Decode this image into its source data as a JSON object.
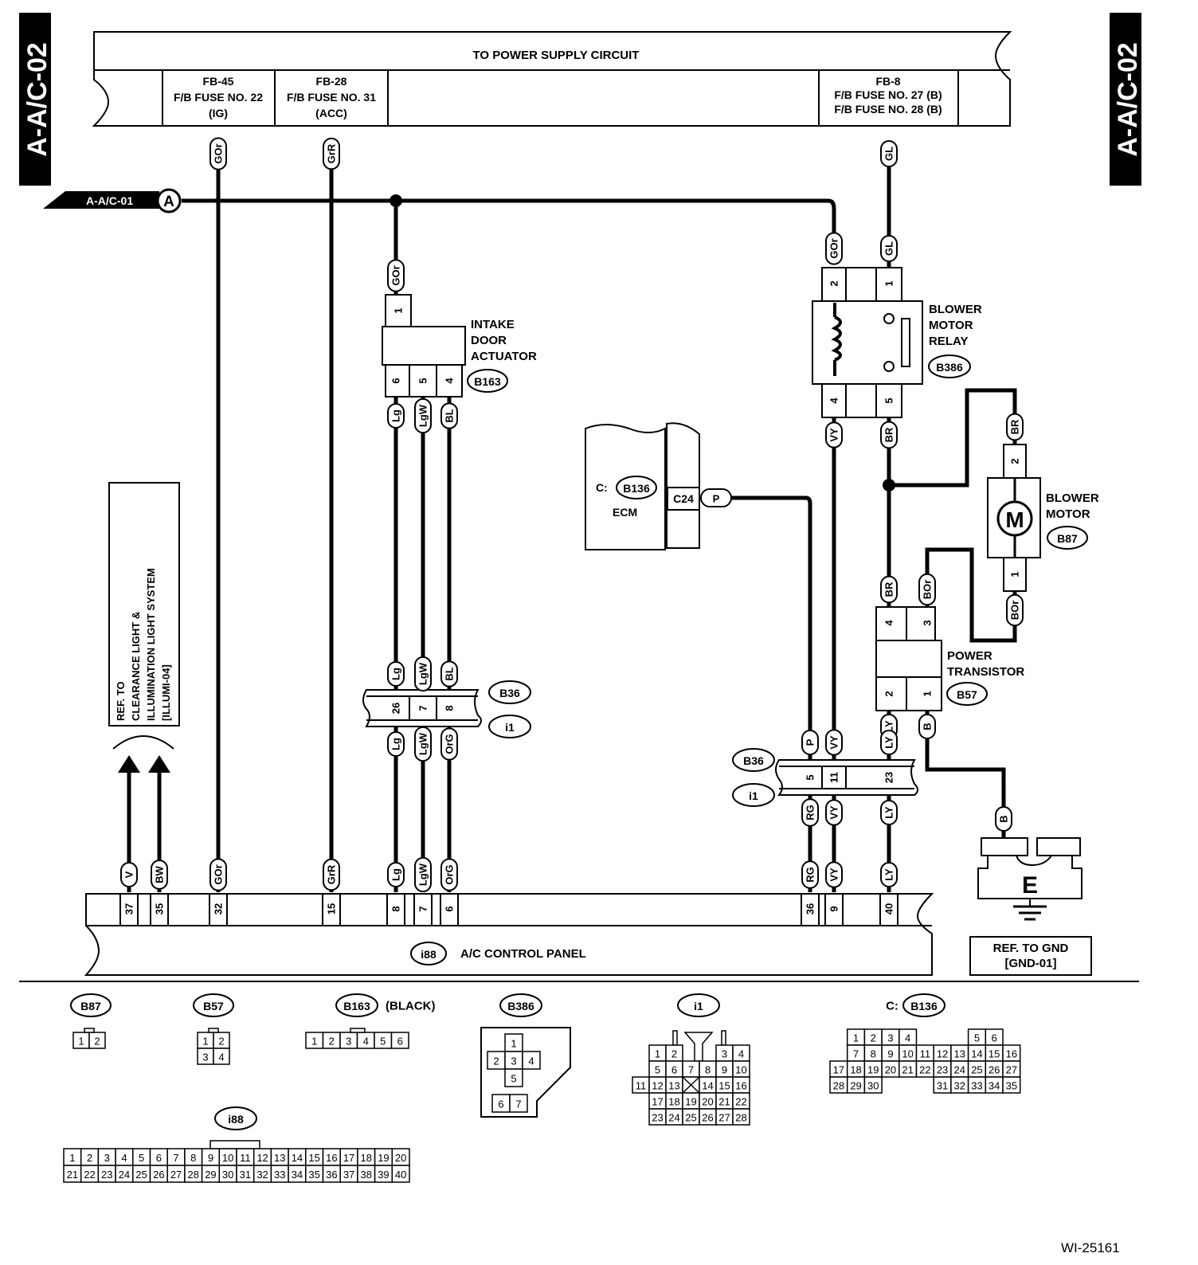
{
  "page_tabs": {
    "left": "A-A/C-02",
    "right": "A-A/C-02"
  },
  "power_supply": {
    "title": "TO POWER SUPPLY CIRCUIT",
    "fuse_fb45": [
      "FB-45",
      "F/B FUSE NO. 22",
      "(IG)"
    ],
    "fuse_fb28": [
      "FB-28",
      "F/B FUSE NO. 31",
      "(ACC)"
    ],
    "fuse_fb8": [
      "FB-8",
      "F/B FUSE NO. 27 (B)",
      "F/B FUSE NO. 28 (B)"
    ]
  },
  "ref_from": {
    "label": "A-A/C-01",
    "marker": "A"
  },
  "intake_door_actuator": {
    "name": [
      "INTAKE",
      "DOOR",
      "ACTUATOR"
    ],
    "connector": "B163",
    "top_pin": "1",
    "top_wire": "GOr",
    "pins": [
      "6",
      "5",
      "4"
    ],
    "wires": [
      "Lg",
      "LgW",
      "BL"
    ]
  },
  "blower_motor_relay": {
    "name": [
      "BLOWER",
      "MOTOR",
      "RELAY"
    ],
    "connector": "B386",
    "top_pins": [
      "2",
      "1"
    ],
    "top_wires": [
      "GOr",
      "GL"
    ],
    "supply_wire": "GL",
    "bottom_pins": [
      "4",
      "5"
    ],
    "bottom_wires": [
      "VY",
      "BR"
    ]
  },
  "blower_motor": {
    "name": [
      "BLOWER",
      "MOTOR"
    ],
    "connector": "B87",
    "symbol": "M",
    "pins": [
      "2",
      "1"
    ],
    "wires": [
      "BR",
      "BOr"
    ]
  },
  "ecm": {
    "prefix": "C:",
    "connector": "B136",
    "name": "ECM",
    "pin": "C24",
    "wire": "P"
  },
  "power_transistor": {
    "name": [
      "POWER",
      "TRANSISTOR"
    ],
    "connector": "B57",
    "top_pins": [
      "4",
      "3"
    ],
    "top_wires": [
      "BR",
      "BOr"
    ],
    "bottom_pins": [
      "2",
      "1"
    ],
    "bottom_wires": [
      "LY",
      "B"
    ]
  },
  "junction_left": {
    "upper": "B36",
    "lower": "i1",
    "pins": [
      "26",
      "7",
      "8"
    ],
    "wires_above": [
      "Lg",
      "LgW",
      "BL"
    ],
    "wires_below": [
      "Lg",
      "LgW",
      "OrG"
    ]
  },
  "junction_right": {
    "upper": "B36",
    "lower": "i1",
    "pins": [
      "5",
      "11",
      "23"
    ],
    "wires_above": [
      "P",
      "VY",
      "LY"
    ],
    "wires_below": [
      "RG",
      "VY",
      "LY"
    ]
  },
  "fuse_wires": [
    "GOr",
    "GrR"
  ],
  "ground": {
    "wire": "B",
    "symbol": "E",
    "ref": [
      "REF. TO GND",
      "[GND-01]"
    ]
  },
  "reference_box": [
    "REF. TO",
    "CLEARANCE LIGHT &",
    "ILLUMINATION LIGHT SYSTEM",
    "[ILLUMI-04]"
  ],
  "ac_control_panel": {
    "connector": "i88",
    "name": "A/C CONTROL PANEL",
    "pins": [
      "37",
      "35",
      "32",
      "15",
      "8",
      "7",
      "6",
      "36",
      "9",
      "40"
    ],
    "wires": [
      "V",
      "BW",
      "GOr",
      "GrR",
      "Lg",
      "LgW",
      "OrG",
      "RG",
      "VY",
      "LY"
    ]
  },
  "connector_views": {
    "b87": {
      "label": "B87",
      "rows": [
        [
          "1",
          "2"
        ]
      ]
    },
    "b57": {
      "label": "B57",
      "rows": [
        [
          "1",
          "2"
        ],
        [
          "3",
          "4"
        ]
      ]
    },
    "b163": {
      "label": "B163",
      "color": "(BLACK)",
      "rows": [
        [
          "1",
          "2",
          "3",
          "4",
          "5",
          "6"
        ]
      ]
    },
    "b386": {
      "label": "B386",
      "rows": [
        [
          "1"
        ],
        [
          "2",
          "3",
          "4"
        ],
        [
          "5"
        ],
        [
          "6",
          "7"
        ]
      ]
    },
    "i1": {
      "label": "i1",
      "rows": [
        [
          "1",
          "2",
          "3",
          "4"
        ],
        [
          "5",
          "6",
          "7",
          "8",
          "9",
          "10"
        ],
        [
          "11",
          "12",
          "13",
          "14",
          "15",
          "16"
        ],
        [
          "17",
          "18",
          "19",
          "20",
          "21",
          "22"
        ],
        [
          "23",
          "24",
          "25",
          "26",
          "27",
          "28"
        ]
      ]
    },
    "b136": {
      "prefix": "C:",
      "label": "B136",
      "rows": [
        [
          "1",
          "2",
          "3",
          "4",
          "5",
          "6"
        ],
        [
          "7",
          "8",
          "9",
          "10",
          "11",
          "12",
          "13",
          "14",
          "15",
          "16"
        ],
        [
          "17",
          "18",
          "19",
          "20",
          "21",
          "22",
          "23",
          "24",
          "25",
          "26",
          "27"
        ],
        [
          "28",
          "29",
          "30",
          "31",
          "32",
          "33",
          "34",
          "35"
        ]
      ]
    },
    "i88": {
      "label": "i88",
      "rows": [
        [
          "1",
          "2",
          "3",
          "4",
          "5",
          "6",
          "7",
          "8",
          "9",
          "10",
          "11",
          "12",
          "13",
          "14",
          "15",
          "16",
          "17",
          "18",
          "19",
          "20"
        ],
        [
          "21",
          "22",
          "23",
          "24",
          "25",
          "26",
          "27",
          "28",
          "29",
          "30",
          "31",
          "32",
          "33",
          "34",
          "35",
          "36",
          "37",
          "38",
          "39",
          "40"
        ]
      ]
    }
  },
  "figure_id": "WI-25161"
}
